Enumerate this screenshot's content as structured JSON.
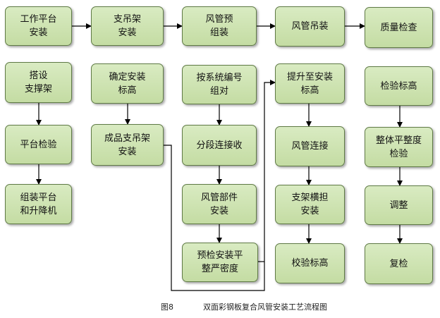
{
  "nodes": {
    "gongzuo_pingtai": "工作平台\n安装",
    "dashe_zhichengjia": "搭设\n支撑架",
    "pingtai_jianyan": "平台检验",
    "zuzhuang_pingtai": "组装平台\n和升降机",
    "zhidiaojia_anzhuang": "支吊架\n安装",
    "queding_biaogao": "确定安装\n标高",
    "chengpin_zhidiaojia": "成品支吊架\n安装",
    "fengguan_yuzuzhuang": "风管预\n组装",
    "an_xitong_bianhao": "按系统编号\n组对",
    "fenduan_lianjie": "分段连接收",
    "fengguan_bujian": "风管部件\n安装",
    "yujian_pingzheng": "预检安装平\n整严密度",
    "fengguan_diaozhuang": "风管吊装",
    "tisheng_biaogao": "提升至安装\n标高",
    "fengguan_lianjie": "风管连接",
    "zhijia_hengdan": "支架横担\n安装",
    "jiaoyan_biaogao": "校验标高",
    "zhiliang_jiancha": "质量检查",
    "jianyan_biaogao": "检验标高",
    "zhengti_pingzhengdu": "整体平整度\n检验",
    "tiaozheng": "调整",
    "fujian": "复检"
  },
  "caption": {
    "figure_no": "图8",
    "title": "双面彩钢板复合风管安装工艺流程图"
  },
  "colors": {
    "box_fill_top": "#d9ebc2",
    "box_fill_bottom": "#c4dca3",
    "box_border": "#5f7a45",
    "arrow": "#000000"
  }
}
